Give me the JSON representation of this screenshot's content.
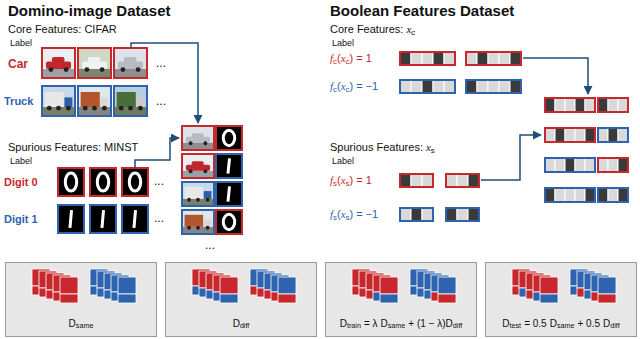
{
  "diagram": {
    "nodes": [
      {
        "text": [
          "D",
          "same"
        ]
      },
      {
        "text": [
          "D",
          "diff"
        ]
      },
      {
        "text": [
          "D",
          "train",
          "= λ",
          "D",
          "same",
          "+ (1 − λ)",
          "D",
          "diff"
        ]
      },
      {
        "text": [
          "D",
          "test",
          "= 0.5",
          "D",
          "same",
          "+ 0.5",
          "D",
          "diff"
        ]
      }
    ],
    "labels": [
      "Domino-image Dataset",
      "Core Features: CIFAR",
      "Label",
      "Car",
      "Truck",
      "...",
      "...",
      "...",
      "Spurious Features: MINST",
      "Label",
      "Digit 0",
      "Digit 1",
      "...",
      "...",
      "Boolean Features Dataset",
      "Core Features:",
      "x",
      "c",
      "Label",
      "f",
      "c",
      "(",
      "x",
      "c",
      ")",
      "= 1",
      "f",
      "c",
      "(",
      "x",
      "c",
      ")",
      "= −1",
      "Spurious Features:",
      "x",
      "s",
      "Label",
      "f",
      "s",
      "(",
      "x",
      "s",
      ")",
      "= 1",
      "f",
      "s",
      "(",
      "x",
      "s",
      ")",
      "= −1"
    ]
  }
}
